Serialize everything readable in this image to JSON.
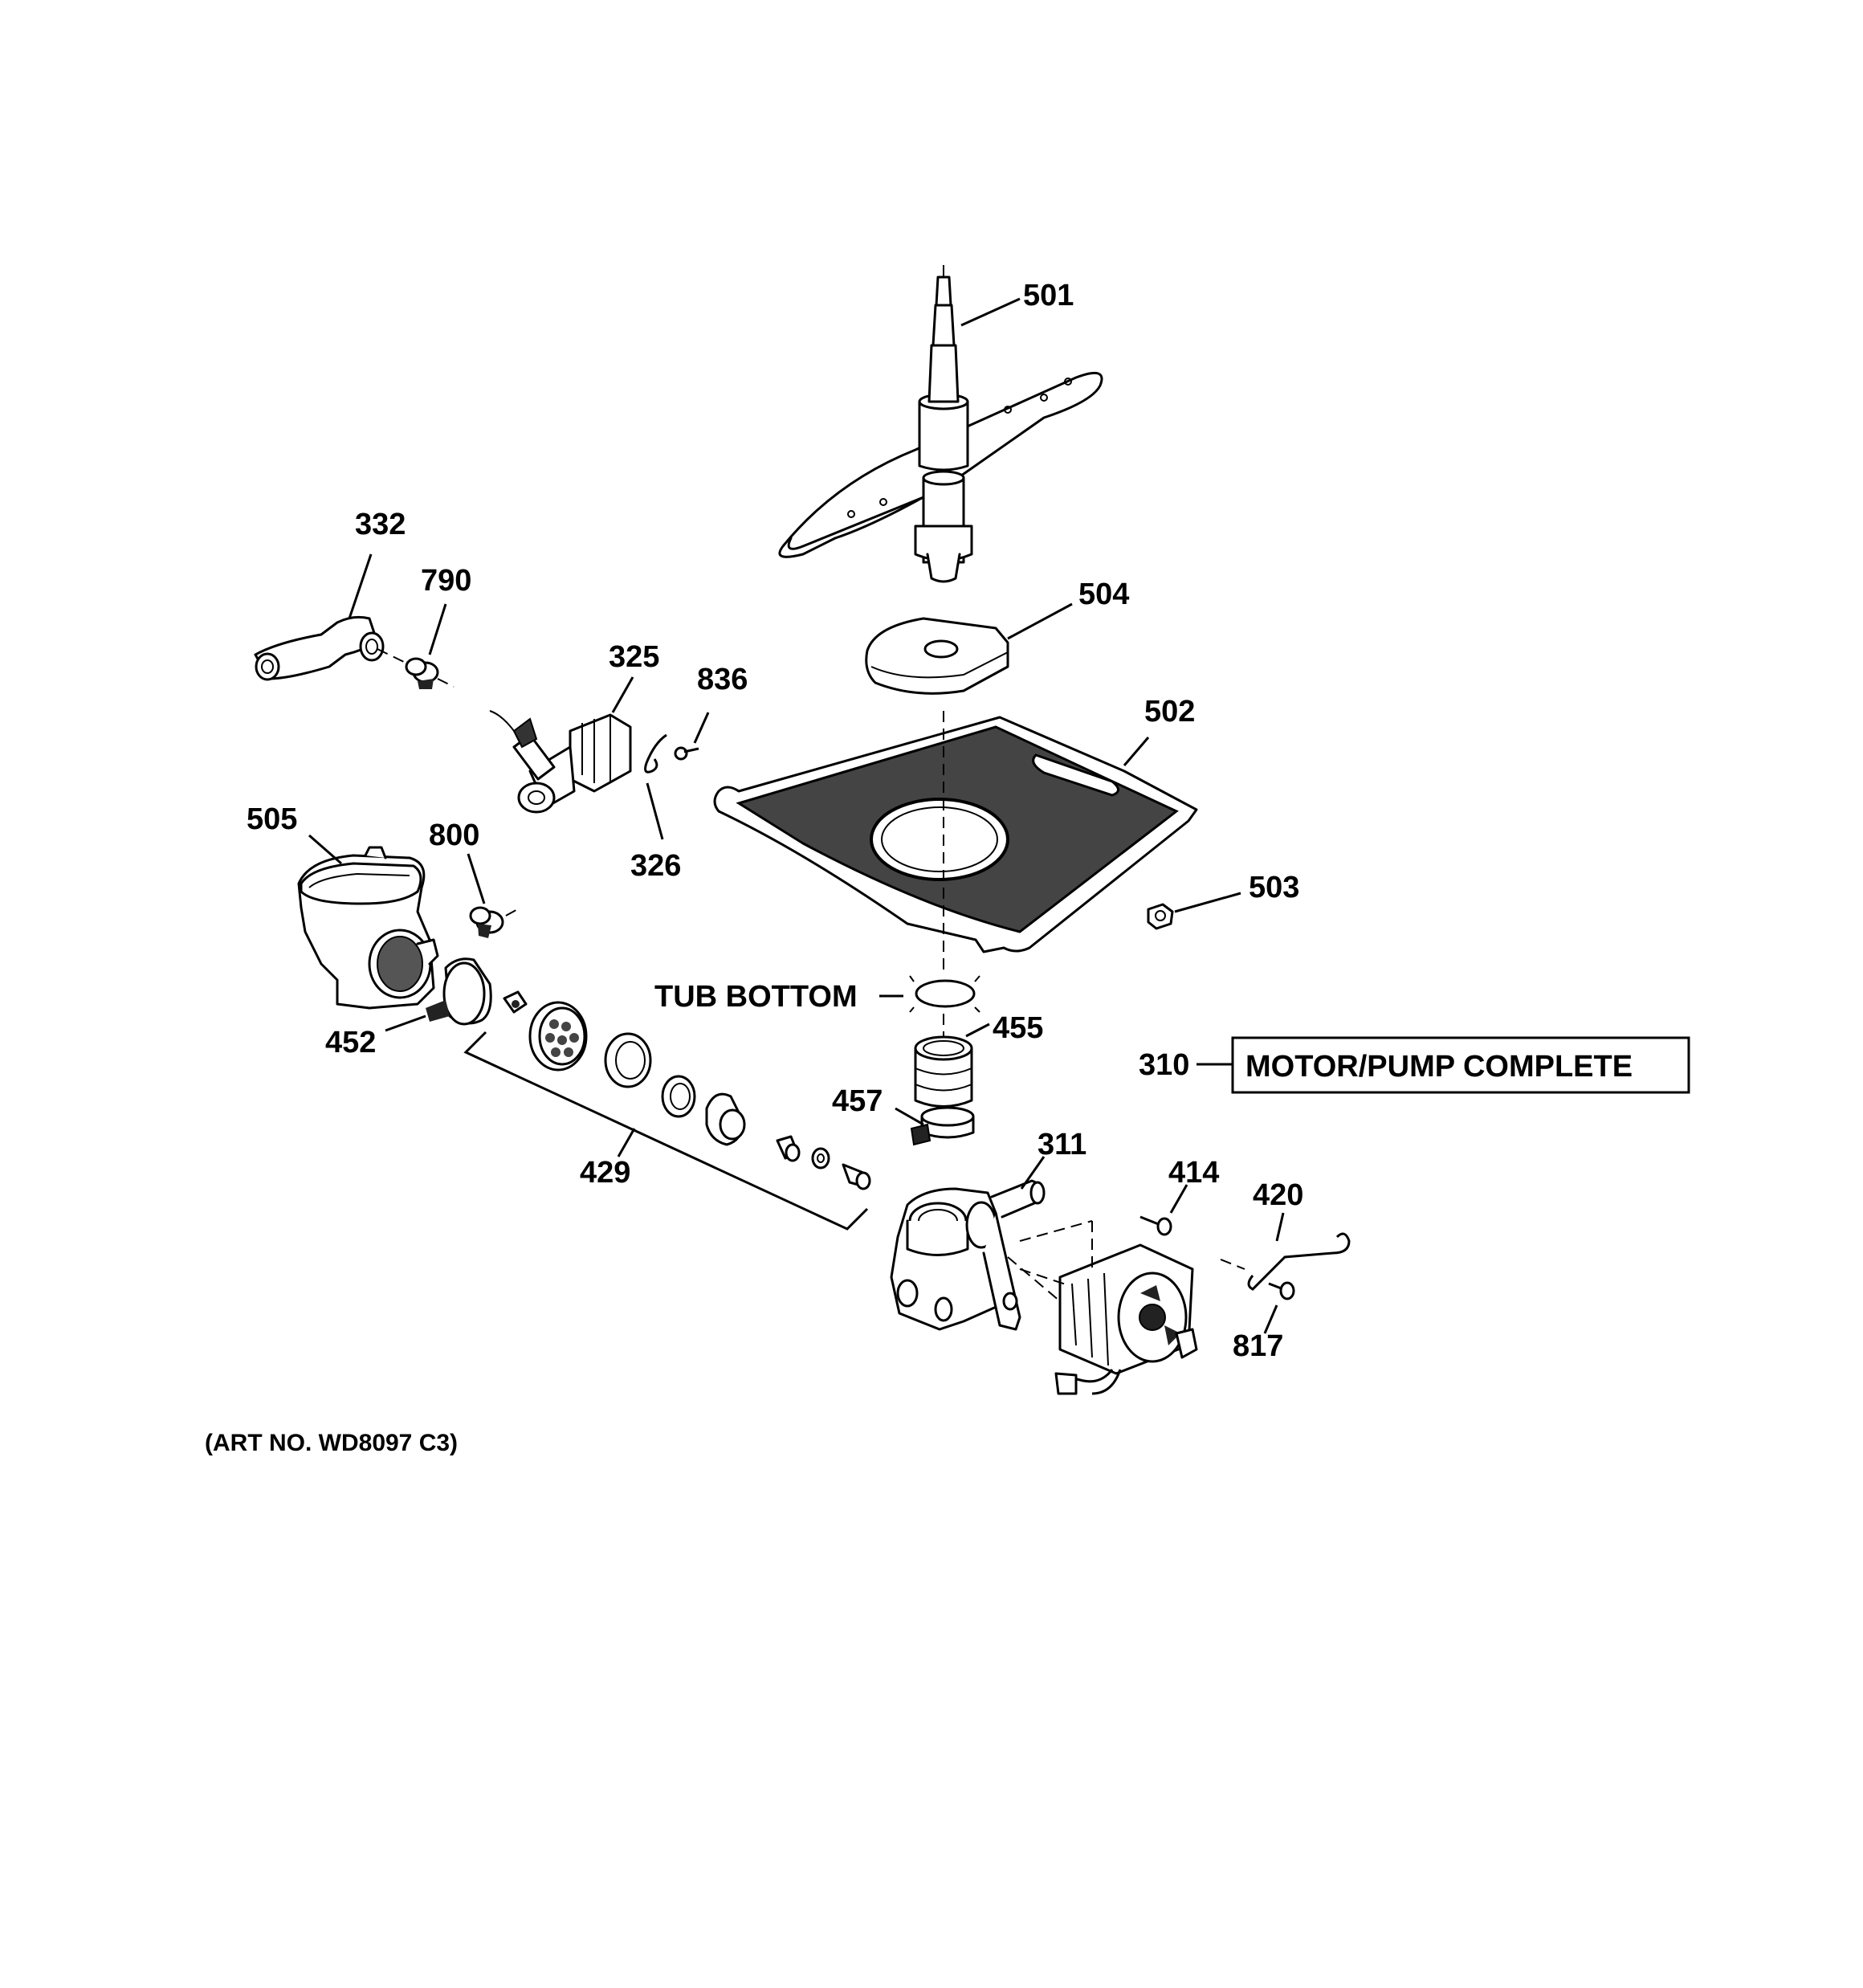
{
  "diagram": {
    "labels": {
      "p501": "501",
      "p504": "504",
      "p502": "502",
      "p503": "503",
      "p332": "332",
      "p790": "790",
      "p325": "325",
      "p836": "836",
      "p326": "326",
      "p505": "505",
      "p800": "800",
      "p452": "452",
      "p455": "455",
      "p457": "457",
      "p429": "429",
      "p311": "311",
      "p414": "414",
      "p420": "420",
      "p817": "817",
      "p310": "310"
    },
    "tub_bottom": "TUB BOTTOM",
    "motor_pump_complete": "MOTOR/PUMP COMPLETE",
    "art_number": "(ART NO. WD8097 C3)"
  }
}
